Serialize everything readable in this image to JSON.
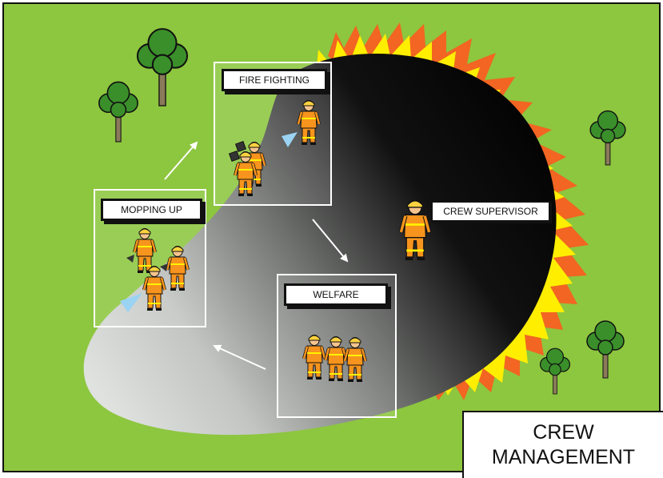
{
  "diagram": {
    "stages": [
      {
        "id": "fire-fighting",
        "label": "FIRE FIGHTING"
      },
      {
        "id": "welfare",
        "label": "WELFARE"
      },
      {
        "id": "mopping-up",
        "label": "MOPPING UP"
      }
    ],
    "roles": {
      "supervisor": "CREW SUPERVISOR"
    },
    "title": {
      "line1": "CREW",
      "line2": "MANAGEMENT"
    }
  },
  "colors": {
    "grass": "#8dc63f",
    "burnt_dark": "#000000",
    "burnt_light": "#d8dcd8",
    "flame_yellow": "#ffee00",
    "flame_orange": "#f26522",
    "uniform": "#f7941d",
    "tree_green": "#3a8f2a"
  }
}
